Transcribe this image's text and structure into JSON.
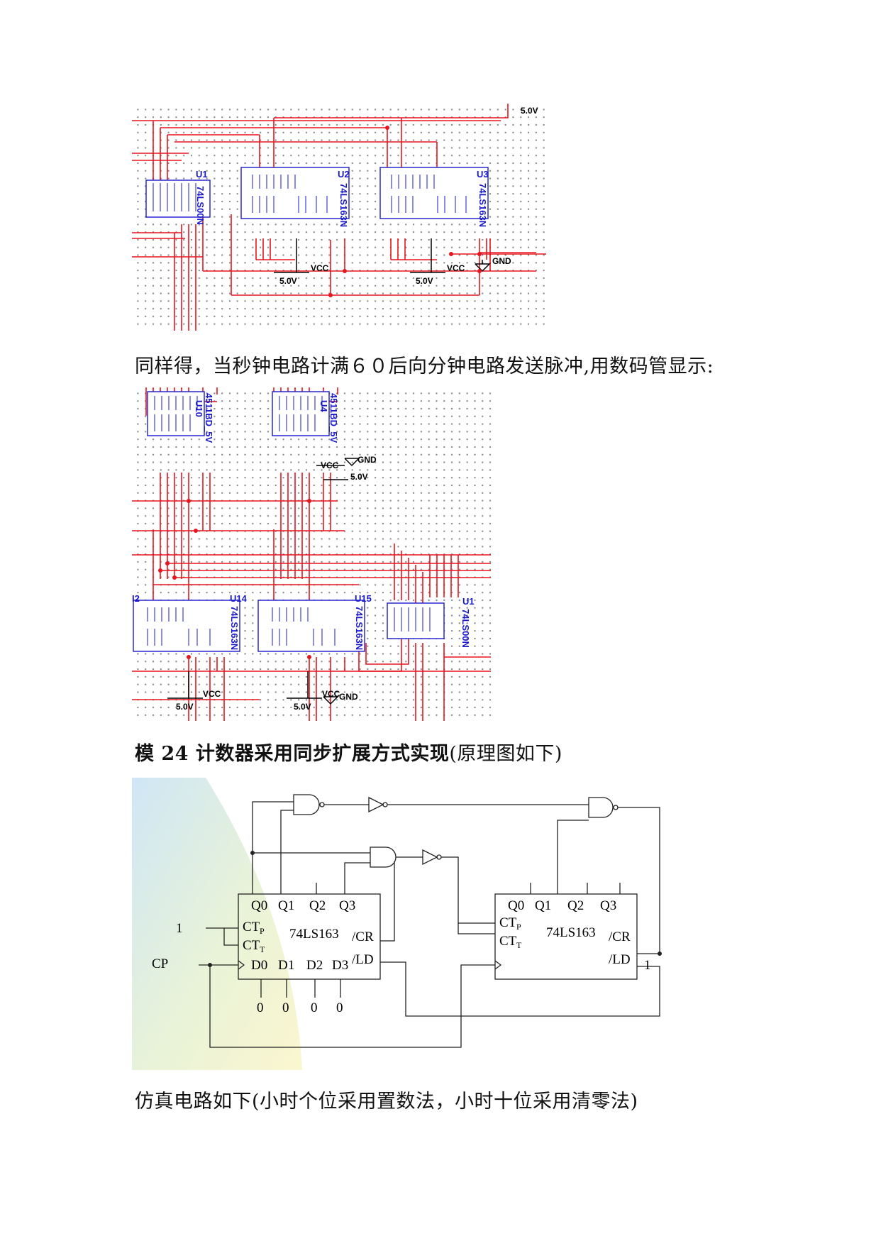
{
  "figure1": {
    "supply_top": "5.0V",
    "chips": [
      {
        "ref": "U1",
        "part": "74LS00N"
      },
      {
        "ref": "U2",
        "part": "74LS163N"
      },
      {
        "ref": "U3",
        "part": "74LS163N"
      }
    ],
    "vcc_label": "VCC",
    "supply_label": "5.0V",
    "gnd_label": "GND"
  },
  "paragraph1": "同样得，当秒钟电路计满６０后向分钟电路发送脉冲,用数码管显示:",
  "figure2": {
    "chips": [
      {
        "ref": "U10",
        "part": "4511BD_5V"
      },
      {
        "ref": "U4",
        "part": "4511BD_5V"
      },
      {
        "ref": "U14",
        "part": "74LS163N"
      },
      {
        "ref": "U15",
        "part": "74LS163N"
      },
      {
        "ref": "U1",
        "part": "74LS00N"
      }
    ],
    "partial_ref": "I2",
    "vcc_label": "VCC",
    "gnd_label": "GND",
    "supply_label": "5.0V"
  },
  "heading_bold": "模 24 计数器采用同步扩展方式实现",
  "heading_normal": "(原理图如下)",
  "figure3": {
    "left_chip": {
      "name": "74LS163",
      "outputs": [
        "Q0",
        "Q1",
        "Q2",
        "Q3"
      ],
      "inputs": [
        "D0",
        "D1",
        "D2",
        "D3"
      ],
      "ctp": "CT",
      "ctp_sub": "P",
      "ctt": "CT",
      "ctt_sub": "T",
      "cr": "/CR",
      "ld": "/LD"
    },
    "right_chip": {
      "name": "74LS163",
      "outputs": [
        "Q0",
        "Q1",
        "Q2",
        "Q3"
      ],
      "ctp": "CT",
      "ctp_sub": "P",
      "ctt": "CT",
      "ctt_sub": "T",
      "cr": "/CR",
      "ld": "/LD"
    },
    "input_one": "1",
    "clock": "CP",
    "data_zeros": [
      "0",
      "0",
      "0",
      "0"
    ],
    "ld_one": "1"
  },
  "paragraph2": "仿真电路如下(小时个位采用置数法，小时十位采用清零法)"
}
